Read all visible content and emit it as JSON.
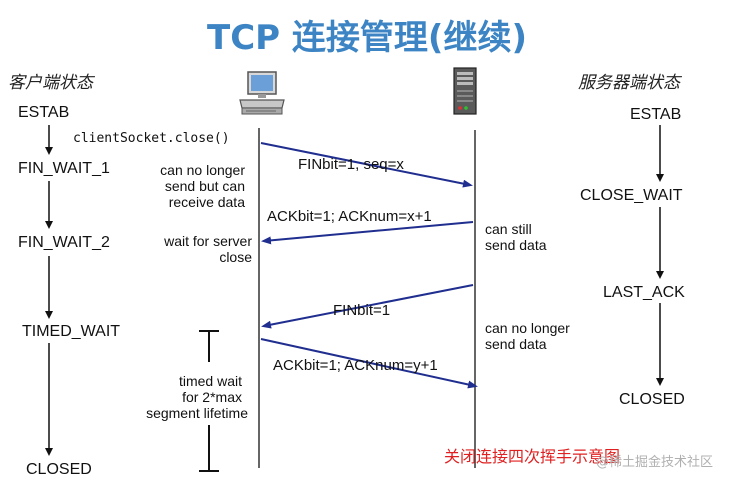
{
  "title": "TCP 连接管理(继续)",
  "client_header": "客户端状态",
  "server_header": "服务器端状态",
  "client_states": [
    "ESTAB",
    "FIN_WAIT_1",
    "FIN_WAIT_2",
    "TIMED_WAIT",
    "CLOSED"
  ],
  "server_states": [
    "ESTAB",
    "CLOSE_WAIT",
    "LAST_ACK",
    "CLOSED"
  ],
  "client_call": "clientSocket.close()",
  "messages": {
    "fin1": "FINbit=1, seq=x",
    "ack1": "ACKbit=1; ACKnum=x+1",
    "fin2": "FINbit=1",
    "ack2": "ACKbit=1; ACKnum=y+1"
  },
  "client_notes": {
    "fin_wait_1": [
      "can no longer",
      "send but can",
      "receive data"
    ],
    "fin_wait_2": [
      "wait for server",
      "close"
    ],
    "timed_wait": [
      "timed wait",
      "for 2*max",
      "segment lifetime"
    ]
  },
  "server_notes": {
    "still_send": [
      "can still",
      "send data"
    ],
    "no_longer": [
      "can no longer",
      "send data"
    ]
  },
  "caption": "关闭连接四次挥手示意图",
  "watermark": "@稀土掘金技术社区",
  "icons": {
    "client": "desktop-computer-icon",
    "server": "server-tower-icon"
  },
  "colors": {
    "title": "#3c84c4",
    "arrow": "#1f2e8f",
    "caption": "#e02020"
  }
}
